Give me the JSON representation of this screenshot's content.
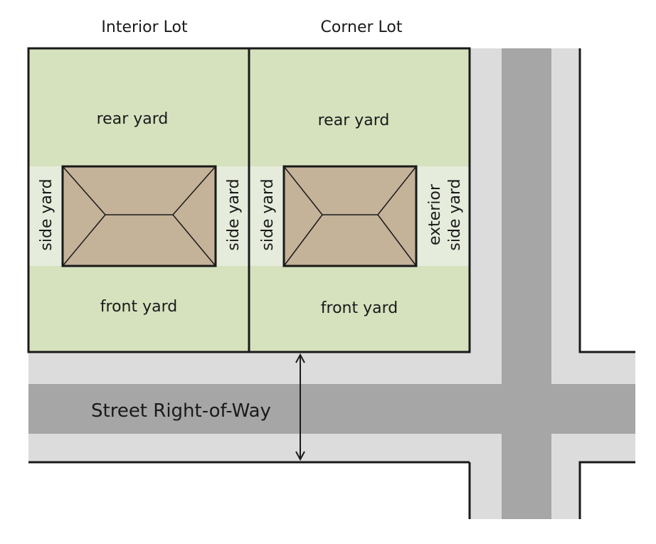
{
  "lots": [
    {
      "title": "Interior Lot",
      "rear_yard": "rear yard",
      "front_yard": "front yard",
      "left_side_yard": "side yard",
      "right_side_yard": [
        "side yard"
      ]
    },
    {
      "title": "Corner Lot",
      "rear_yard": "rear yard",
      "front_yard": "front yard",
      "left_side_yard": "side yard",
      "right_side_yard": [
        "exterior",
        "side yard"
      ]
    }
  ],
  "street": {
    "label": "Street Right-of-Way"
  },
  "colors": {
    "yard": "#d6e2be",
    "side_yard_band": "#e6ecdc",
    "house_roof": "#c4b299",
    "outline": "#1a1a1a",
    "sidewalk": "#dcdcdc",
    "roadway": "#a6a6a6"
  }
}
